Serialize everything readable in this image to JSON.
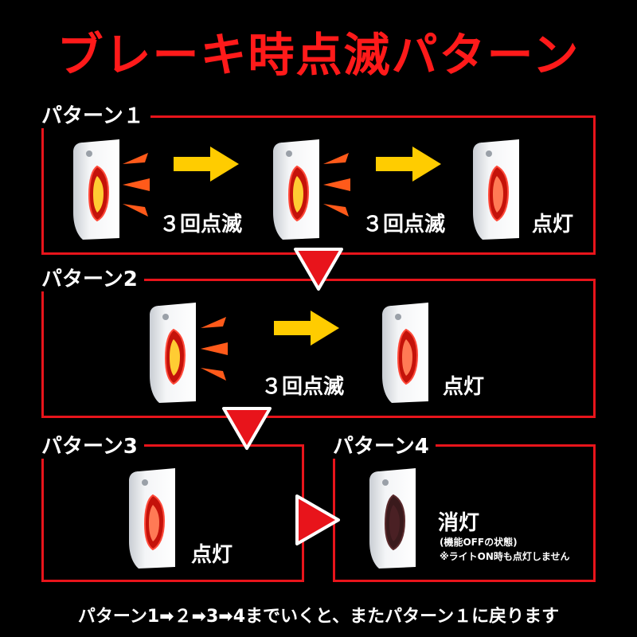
{
  "title": "ブレーキ時点滅パターン",
  "patterns": [
    {
      "label": "パターン１",
      "captions": [
        "３回点滅",
        "３回点滅",
        "点灯"
      ]
    },
    {
      "label": "パターン2",
      "captions": [
        "３回点滅",
        "点灯"
      ]
    },
    {
      "label": "パターン3",
      "captions": [
        "点灯"
      ]
    },
    {
      "label": "パターン4",
      "captions": [
        "消灯"
      ],
      "note1": "(機能OFFの状態)",
      "note2": "※ライトON時も点灯しません"
    }
  ],
  "footer": "パターン1➡２➡3➡4までいくと、またパターン１に戻ります",
  "colors": {
    "frame": "#e8141b",
    "title": "#ff1a1a",
    "arrow": "#ffcc00",
    "triangle": "#e8141b"
  }
}
